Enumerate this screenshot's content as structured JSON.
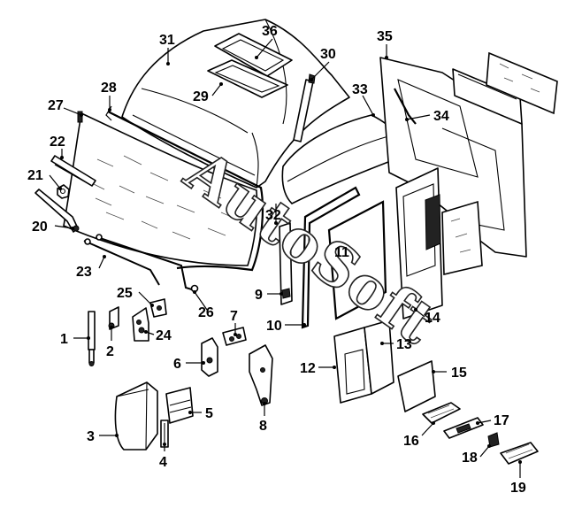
{
  "watermark": "AutoSoft",
  "callouts": {
    "n1": "1",
    "n2": "2",
    "n3": "3",
    "n4": "4",
    "n5": "5",
    "n6": "6",
    "n7": "7",
    "n8": "8",
    "n9": "9",
    "n10": "10",
    "n11": "11",
    "n12": "12",
    "n13": "13",
    "n14": "14",
    "n15": "15",
    "n16": "16",
    "n17": "17",
    "n18": "18",
    "n19": "19",
    "n20": "20",
    "n21": "21",
    "n22": "22",
    "n23": "23",
    "n24": "24",
    "n25": "25",
    "n26": "26",
    "n27": "27",
    "n28": "28",
    "n29": "29",
    "n30": "30",
    "n31": "31",
    "n32": "32",
    "n33": "33",
    "n34": "34",
    "n35": "35",
    "n36": "36"
  }
}
